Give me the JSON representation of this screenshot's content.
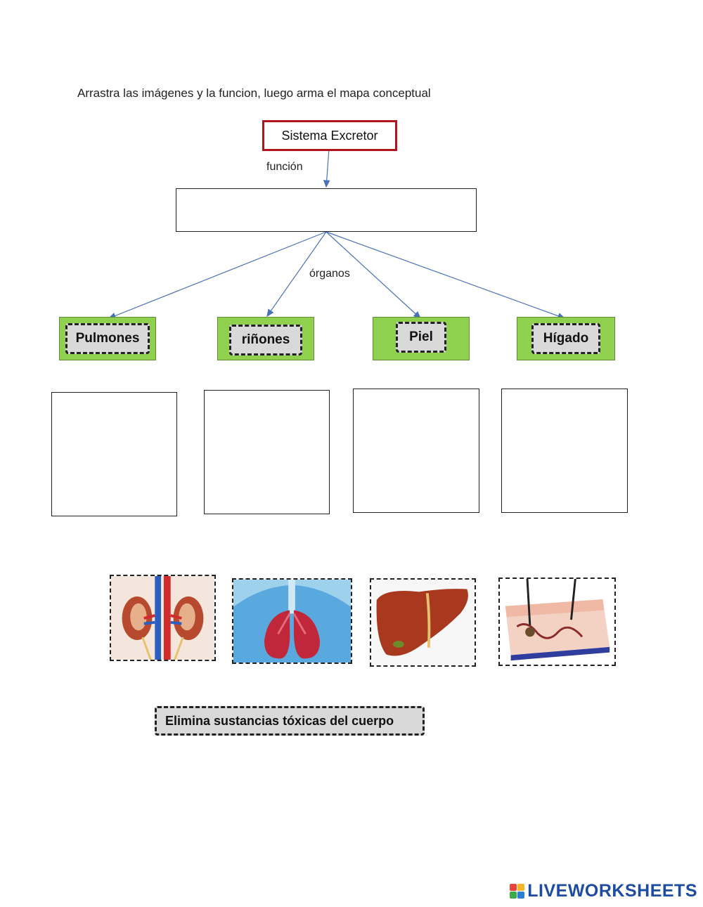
{
  "instruction": "Arrastra las imágenes y la funcion, luego arma el  mapa conceptual",
  "root_label": "Sistema Excretor",
  "connector_funcion": "función",
  "connector_organos": "órganos",
  "organs": [
    {
      "label": "Pulmones"
    },
    {
      "label": "riñones"
    },
    {
      "label": "Piel"
    },
    {
      "label": "Hígado"
    }
  ],
  "image_tiles": [
    {
      "icon": "kidneys-image"
    },
    {
      "icon": "lungs-image"
    },
    {
      "icon": "liver-image"
    },
    {
      "icon": "skin-image"
    }
  ],
  "function_chip": "Elimina sustancias tóxicas del cuerpo",
  "brand": {
    "text": "LIVEWORKSHEETS",
    "colors": [
      "#e8443a",
      "#f3b62b",
      "#3cab4c",
      "#2c7fd3"
    ]
  },
  "colors": {
    "root_border": "#b0141c",
    "organ_bg": "#8fd14f",
    "arrow": "#4a72b8",
    "chip_bg": "#d9d9d9"
  }
}
